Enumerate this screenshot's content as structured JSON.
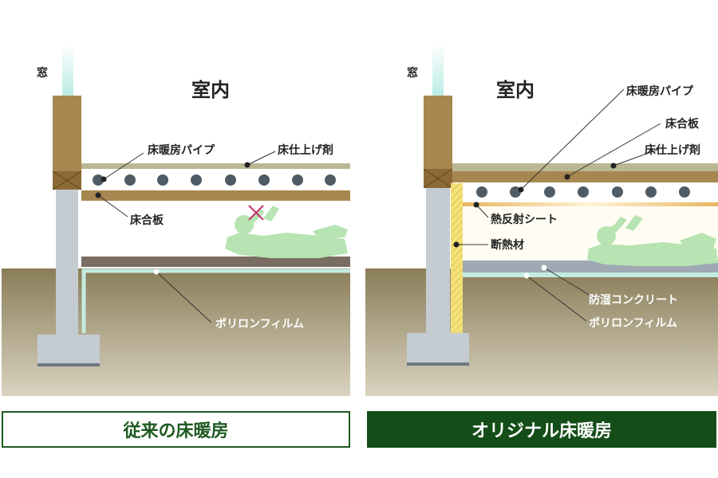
{
  "left": {
    "window_label": "窓",
    "room_label": "室内",
    "pipe_label": "床暖房パイプ",
    "finish_label": "床仕上げ剤",
    "plywood_label": "床合板",
    "film_label": "ポリロンフィルム",
    "caption": "従来の床暖房"
  },
  "right": {
    "window_label": "窓",
    "room_label": "室内",
    "pipe_label": "床暖房パイプ",
    "plywood_label": "床合板",
    "finish_label": "床仕上げ剤",
    "reflective_label": "熱反射シート",
    "insulation_label": "断熱材",
    "concrete_label": "防湿コンクリート",
    "film_label": "ポリロンフィルム",
    "caption": "オリジナル床暖房"
  },
  "colors": {
    "ground": "#857a55",
    "wall_wood": "#a78750",
    "concrete": "#c4ccd2",
    "pipe": "#4f5c66",
    "film": "#c3ece0",
    "insulation": "#f4e27a",
    "person": "#b7e4b2",
    "caption_green": "#154d19",
    "cross": "#c2366e"
  }
}
